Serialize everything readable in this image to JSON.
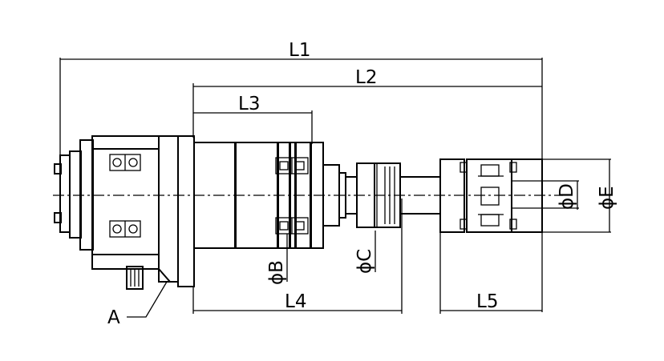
{
  "drawing": {
    "dimensions": {
      "L1": "L1",
      "L2": "L2",
      "L3": "L3",
      "L4": "L4",
      "L5": "L5",
      "B": "ϕB",
      "C": "ϕC",
      "D": "ϕD",
      "E": "ϕE"
    },
    "callouts": {
      "A": "A"
    },
    "colors": {
      "line": "#000000",
      "background": "#ffffff"
    }
  }
}
